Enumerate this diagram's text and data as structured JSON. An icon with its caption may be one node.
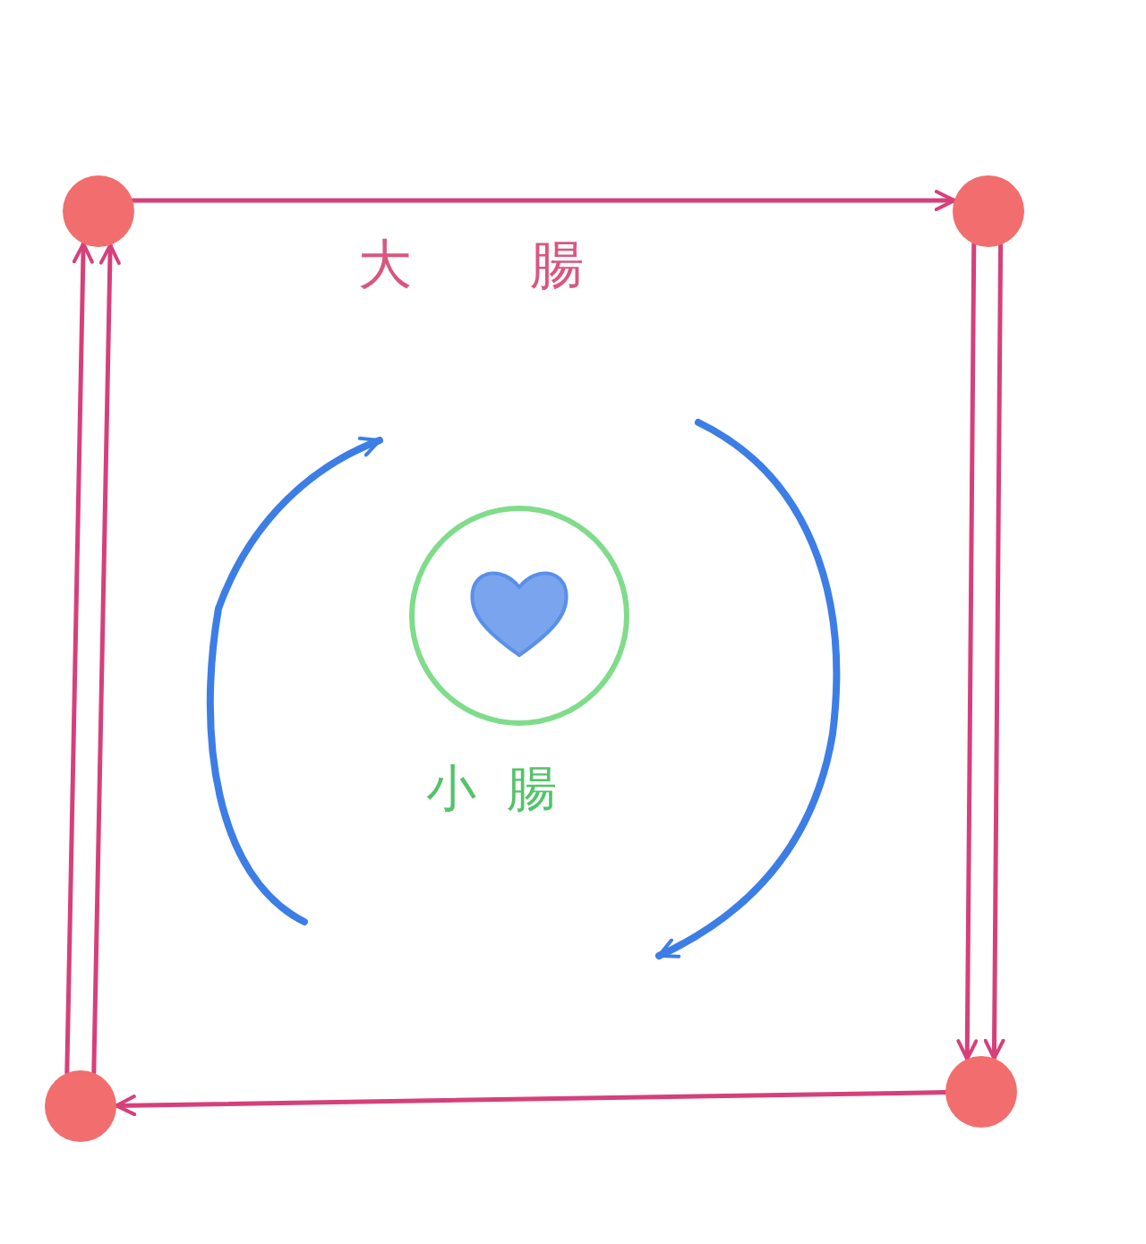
{
  "diagram": {
    "nodes": [
      {
        "text": [],
        "shape": "circle"
      },
      {
        "text": [],
        "shape": "circle"
      },
      {
        "text": [],
        "shape": "circle"
      },
      {
        "text": [],
        "shape": "circle"
      },
      {
        "text": [
          "小腸"
        ]
      },
      {
        "text": [],
        "shape": "heart",
        "in": 4
      }
    ],
    "edges": [
      {
        "from": 0,
        "to": 1,
        "arrow": "to",
        "label": "大腸"
      },
      {
        "from": 1,
        "to": 2,
        "arrow": "to"
      },
      {
        "from": 1,
        "to": 2,
        "arrow": "to"
      },
      {
        "from": 2,
        "to": 3,
        "arrow": "to"
      },
      {
        "from": 3,
        "to": 0,
        "arrow": "to"
      },
      {
        "from": 3,
        "to": 0,
        "arrow": "to"
      }
    ]
  }
}
